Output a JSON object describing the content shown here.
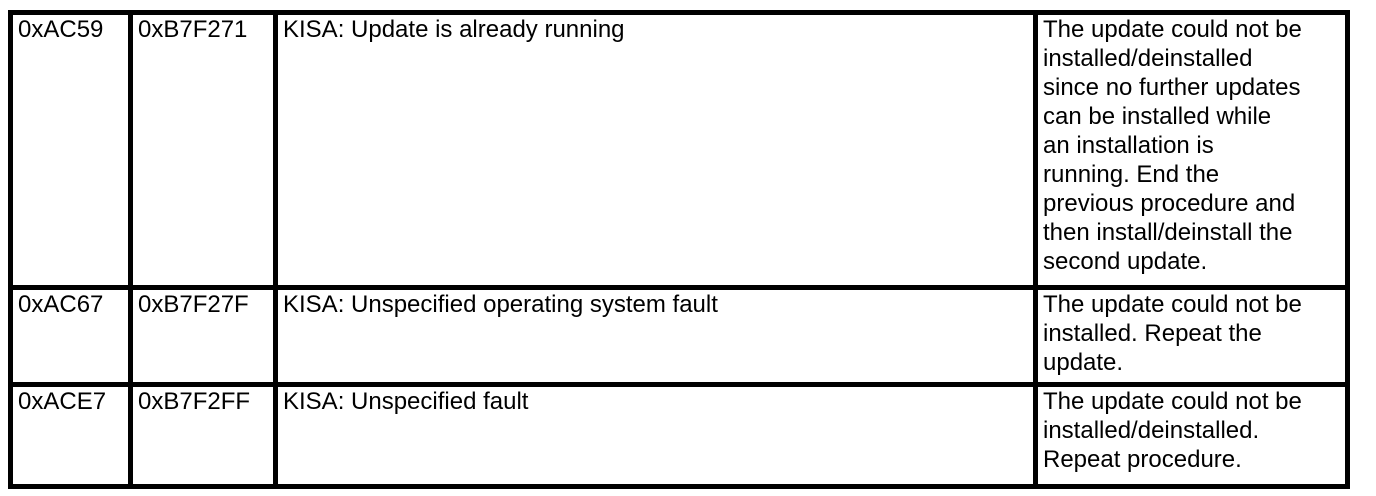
{
  "colors": {
    "background": "#ffffff",
    "border": "#000000",
    "text": "#000000"
  },
  "table": {
    "rows": [
      {
        "code1": "0xAC59",
        "code2": "0xB7F271",
        "description": "KISA: Update is already running",
        "remedy": "The update could not be\ninstalled/deinstalled\nsince no further updates\ncan be installed while\nan installation is\nrunning. End the\nprevious procedure and\nthen install/deinstall the\nsecond update."
      },
      {
        "code1": "0xAC67",
        "code2": "0xB7F27F",
        "description": "KISA: Unspecified operating system fault",
        "remedy": "The update could not be\ninstalled. Repeat the\nupdate."
      },
      {
        "code1": "0xACE7",
        "code2": "0xB7F2FF",
        "description": "KISA: Unspecified fault",
        "remedy": "The update could not be\ninstalled/deinstalled.\nRepeat procedure."
      }
    ]
  }
}
